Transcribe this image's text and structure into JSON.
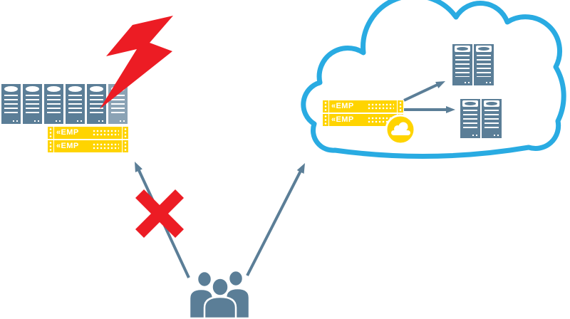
{
  "colors": {
    "steel": "#5b7e97",
    "steel-light": "#8ba3b5",
    "yellow": "#ffd400",
    "red": "#ec1c24",
    "cloud-blue": "#29abe2"
  },
  "appliances": {
    "label": "EMP",
    "logo_glyph": "«"
  },
  "icons": {
    "lightning-bolt-icon": "red zigzag polygon",
    "blocked-x-icon": "red diagonal cross",
    "cloud-outline-icon": "blue stroked cloud path",
    "users-group-icon": "three person silhouettes",
    "cloud-badge-icon": "white cloud glyph in yellow circle",
    "arrow-icon": "steel line with triangle head"
  }
}
